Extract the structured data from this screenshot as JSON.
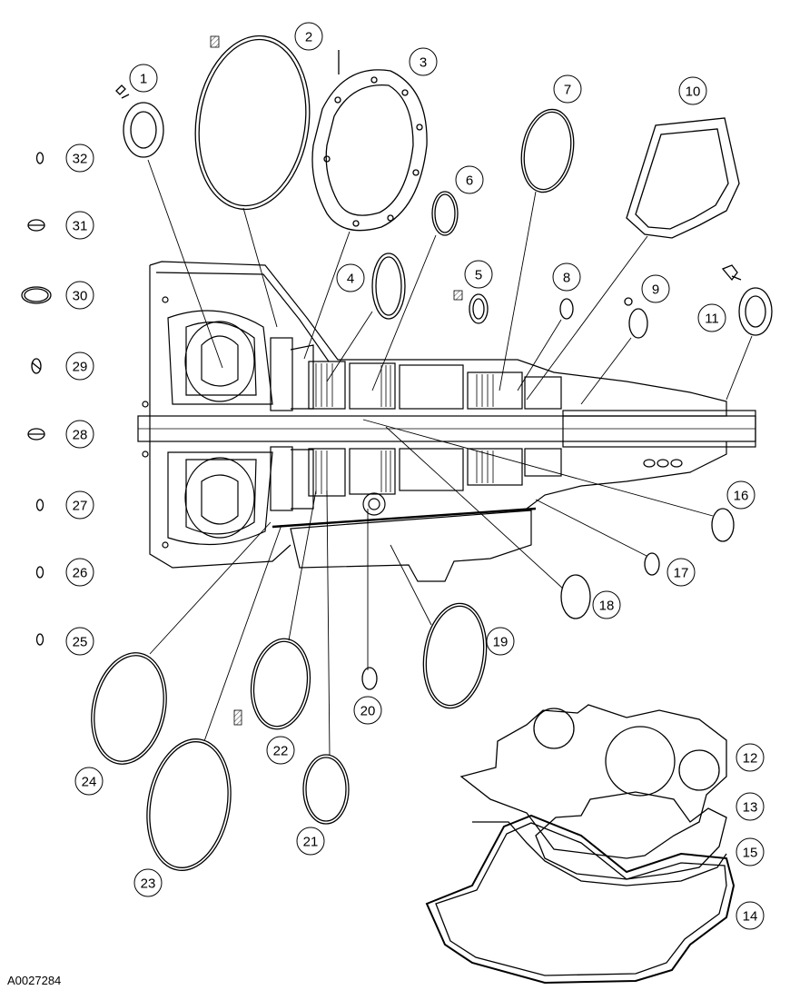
{
  "figure_id": "A0027284",
  "callouts": [
    "1",
    "2",
    "3",
    "4",
    "5",
    "6",
    "7",
    "8",
    "9",
    "10",
    "11",
    "12",
    "13",
    "14",
    "15",
    "16",
    "17",
    "18",
    "19",
    "20",
    "21",
    "22",
    "23",
    "24",
    "25",
    "26",
    "27",
    "28",
    "29",
    "30",
    "31",
    "32"
  ],
  "colors": {
    "line": "#000000",
    "background": "#ffffff",
    "hatch": "#555555"
  }
}
